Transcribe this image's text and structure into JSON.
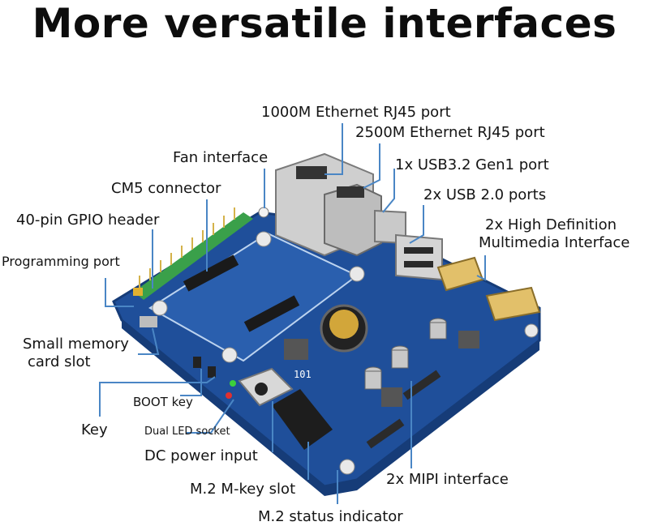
{
  "title": "More versatile interfaces",
  "labels": {
    "eth1000": "1000M Ethernet RJ45 port",
    "eth2500": "2500M Ethernet RJ45 port",
    "fan": "Fan interface",
    "usb32": "1x USB3.2 Gen1 port",
    "cm5": "CM5 connector",
    "usb20": "2x USB 2.0 ports",
    "gpio": "40-pin GPIO header",
    "hdmi_line1": "2x High Definition",
    "hdmi_line2": "Multimedia Interface",
    "prog": "Programming port",
    "sd_line1": "Small memory",
    "sd_line2": "card slot",
    "boot": "BOOT key",
    "key": "Key",
    "led": "Dual LED socket",
    "dc": "DC power input",
    "mipi": "2x MIPI interface",
    "m2": "M.2 M-key slot",
    "m2status": "M.2 status indicator"
  },
  "colors": {
    "pcb": "#1f4f9a",
    "pcb_edge": "#163c78",
    "leader": "#4a86c5",
    "gpio_pins": "#d4b24a",
    "gpio_base": "#3aa04a"
  },
  "board_label": "101"
}
